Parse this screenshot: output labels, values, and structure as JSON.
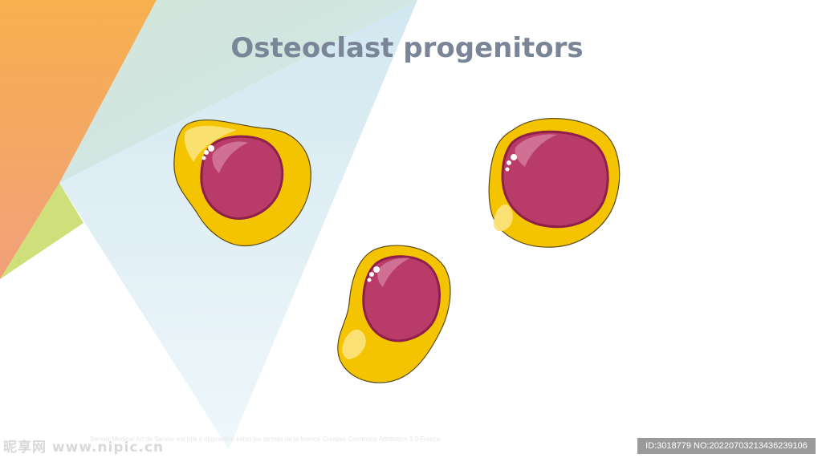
{
  "title": "Osteoclast progenitors",
  "credit": "Servier Medical Art de Servier est mis à disposition selon les termes de la licence Creative Commons Attribution 3.0 France",
  "watermark": "昵享网 www.nipic.cn",
  "image_id": "ID:3018779 NO:20220703213436239106",
  "colors": {
    "title": "#7a8698",
    "cytoplasm": "#f5c400",
    "cytoplasm_light": "#fbe37a",
    "nucleus": "#b83b68",
    "nucleus_dark": "#8e1f4b",
    "nucleus_highlight": "#d47a9b"
  },
  "cells": [
    {
      "label": "cell-left",
      "count": 1
    },
    {
      "label": "cell-bottom",
      "count": 1
    },
    {
      "label": "cell-right",
      "count": 1
    }
  ]
}
